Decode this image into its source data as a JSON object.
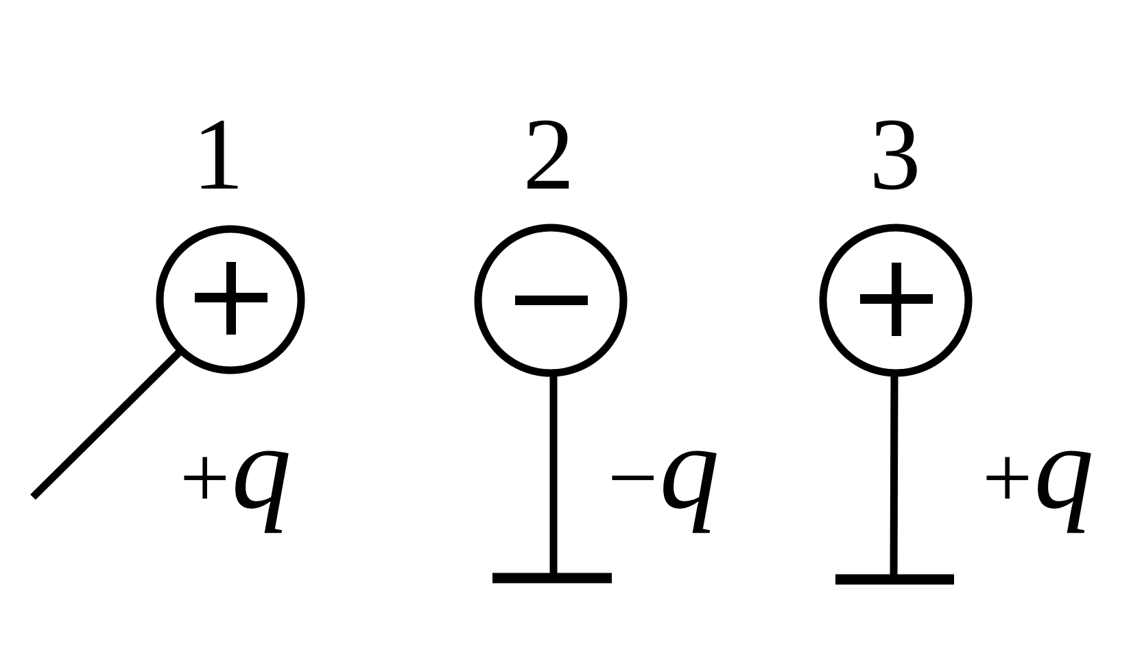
{
  "colors": {
    "ink": "#000000",
    "background": "#ffffff"
  },
  "spheres": [
    {
      "number": "1",
      "sign_icon": "plus-sign-icon",
      "charge_sign": "+",
      "charge_symbol": "q",
      "support": "inclined-rod"
    },
    {
      "number": "2",
      "sign_icon": "minus-sign-icon",
      "charge_sign": "−",
      "charge_symbol": "q",
      "support": "insulated-stand"
    },
    {
      "number": "3",
      "sign_icon": "plus-sign-icon",
      "charge_sign": "+",
      "charge_symbol": "q",
      "support": "insulated-stand"
    }
  ]
}
